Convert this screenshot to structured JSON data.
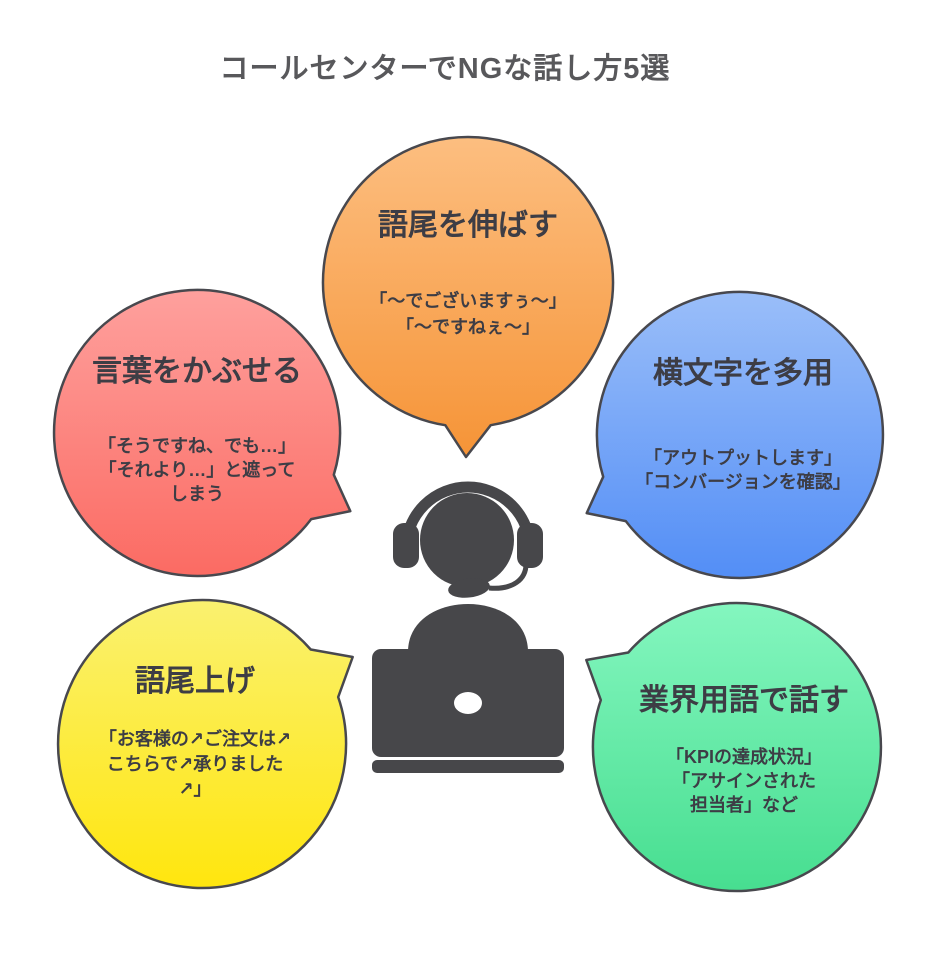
{
  "title": "コールセンターでNGな話し方5選",
  "bubbles": [
    {
      "position": "top",
      "heading": "語尾を伸ばす",
      "body": [
        "「〜でございますぅ〜」",
        "「〜ですねぇ〜」"
      ],
      "color_top": "#FCBE80",
      "color_bottom": "#F69437",
      "tail_direction": "down"
    },
    {
      "position": "left",
      "heading": "言葉をかぶせる",
      "body": [
        "「そうですね、でも…」",
        "「それより…」と遮って",
        "しまう"
      ],
      "color_top": "#FEA09D",
      "color_bottom": "#FB6B63",
      "tail_direction": "right"
    },
    {
      "position": "right",
      "heading": "横文字を多用",
      "body": [
        "「アウトプットします」",
        "「コンバージョンを確認」"
      ],
      "color_top": "#9ABEF9",
      "color_bottom": "#538EF6",
      "tail_direction": "left"
    },
    {
      "position": "bottom-left",
      "heading": "語尾上げ",
      "body": [
        "「お客様の↗ご注文は↗",
        "こちらで↗承りました",
        "↗」"
      ],
      "color_top": "#FAF170",
      "color_bottom": "#FFE60E",
      "tail_direction": "up-right"
    },
    {
      "position": "bottom-right",
      "heading": "業界用語で話す",
      "body": [
        "「KPIの達成状況」",
        "「アサインされた",
        "担当者」など"
      ],
      "color_top": "#84F6BF",
      "color_bottom": "#47DE90",
      "tail_direction": "up-left"
    }
  ],
  "center_icon": "call-center-operator-icon",
  "colors": {
    "background": "#FFFFFF",
    "title_text": "#58585B",
    "bubble_text": "#3D3D45",
    "bubble_outline": "#48484E",
    "figure": "#47474A"
  }
}
